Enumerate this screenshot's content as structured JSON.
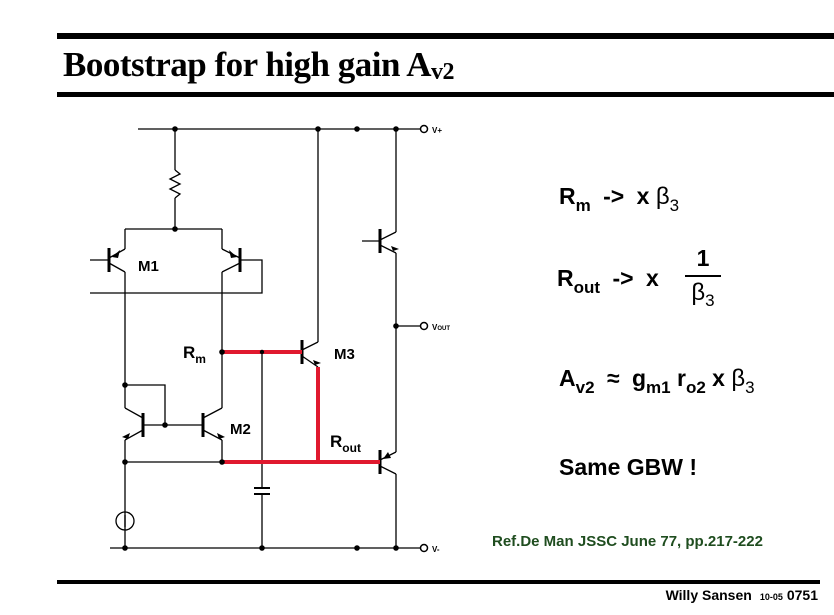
{
  "slide": {
    "title_main": "Bootstrap for high gain A",
    "title_sub": "v2",
    "equations": {
      "rm": {
        "lhs": "R",
        "lhs_sub": "m",
        "arrow": "->",
        "x": "x",
        "beta": "β",
        "beta_sub": "3"
      },
      "rout": {
        "lhs": "R",
        "lhs_sub": "out",
        "arrow": "->",
        "x": "x",
        "numerator": "1",
        "beta": "β",
        "beta_sub": "3"
      },
      "av2": {
        "lhs": "A",
        "lhs_sub": "v2",
        "approx": "≈",
        "g": "g",
        "g_sub": "m1",
        "r": "r",
        "r_sub": "o2",
        "x": "x",
        "beta": "β",
        "beta_sub": "3"
      },
      "gbw": "Same GBW !"
    },
    "reference": "Ref.De Man JSSC June 77, pp.217-222",
    "footer": {
      "author": "Willy Sansen",
      "date": "10-05",
      "slide_number": "0751"
    }
  },
  "circuit": {
    "labels": {
      "m1": "M1",
      "m2": "M2",
      "m3": "M3",
      "rm": "R",
      "rm_sub": "m",
      "rout": "R",
      "rout_sub": "out",
      "vplus": "V+",
      "vout": "V",
      "vout_sub": "OUT",
      "vminus": "V-"
    },
    "highlight_color": "#e0192e",
    "wire_color": "#000000"
  },
  "colors": {
    "reference_text": "#1f4d1f",
    "highlight": "#e0192e"
  }
}
